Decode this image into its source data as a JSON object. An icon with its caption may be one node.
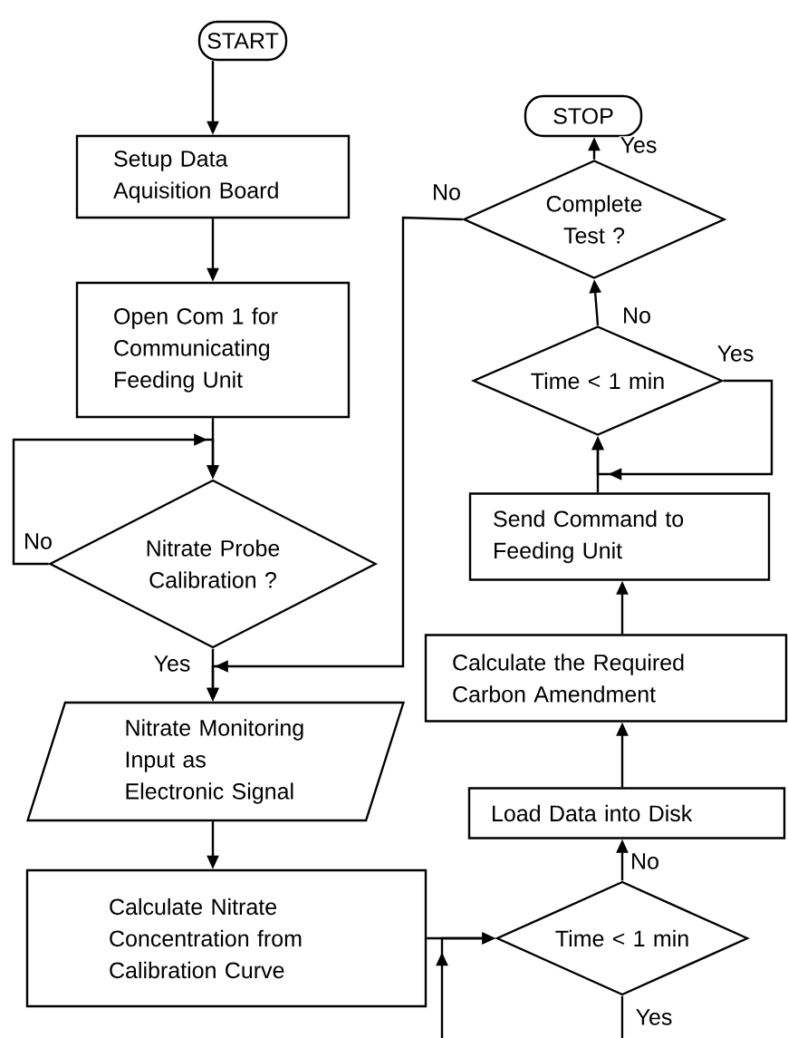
{
  "diagram": {
    "nodes": [
      {
        "text": [
          "START"
        ]
      },
      {
        "text": [
          "Setup Data Aquisition Board"
        ]
      },
      {
        "text": [
          "Open Com 1 for Communicating Feeding Unit"
        ]
      },
      {
        "text": [
          "Nitrate Probe Calibration ?"
        ]
      },
      {
        "text": [
          "Nitrate Monitoring Input as Electronic Signal"
        ]
      },
      {
        "text": [
          "Calculate Nitrate Concentration from Calibration Curve"
        ]
      },
      {
        "text": [
          "Time < 1 min"
        ]
      },
      {
        "text": [
          "Load Data into Disk"
        ]
      },
      {
        "text": [
          "Calculate the Required Carbon Amendment"
        ]
      },
      {
        "text": [
          "Send Command to Feeding Unit"
        ]
      },
      {
        "text": [
          "Time < 1 min"
        ]
      },
      {
        "text": [
          "Complete Test ?"
        ]
      },
      {
        "text": [
          "STOP"
        ]
      }
    ],
    "edges": [
      {
        "from": 0,
        "to": 1,
        "arrow": "to"
      },
      {
        "from": 1,
        "to": 2,
        "arrow": "to"
      },
      {
        "from": 2,
        "to": 3,
        "arrow": "to"
      },
      {
        "from": 3,
        "to": 3,
        "arrow": "to",
        "label": "No"
      },
      {
        "from": 3,
        "to": 4,
        "arrow": "to",
        "label": "Yes"
      },
      {
        "from": 11,
        "to": 4,
        "arrow": "to",
        "label": "No"
      },
      {
        "from": 4,
        "to": 5,
        "arrow": "to"
      },
      {
        "from": 5,
        "to": 6,
        "arrow": "to"
      },
      {
        "from": 6,
        "to": 6,
        "arrow": "to",
        "label": "Yes"
      },
      {
        "from": 6,
        "to": 7,
        "arrow": "to",
        "label": "No"
      },
      {
        "from": 7,
        "to": 8,
        "arrow": "to"
      },
      {
        "from": 8,
        "to": 9,
        "arrow": "to"
      },
      {
        "from": 9,
        "to": 10,
        "arrow": "to"
      },
      {
        "from": 10,
        "to": 10,
        "arrow": "to",
        "label": "Yes"
      },
      {
        "from": 10,
        "to": 11,
        "arrow": "to",
        "label": "No"
      },
      {
        "from": 11,
        "to": 12,
        "arrow": "to",
        "label": "Yes"
      }
    ]
  }
}
